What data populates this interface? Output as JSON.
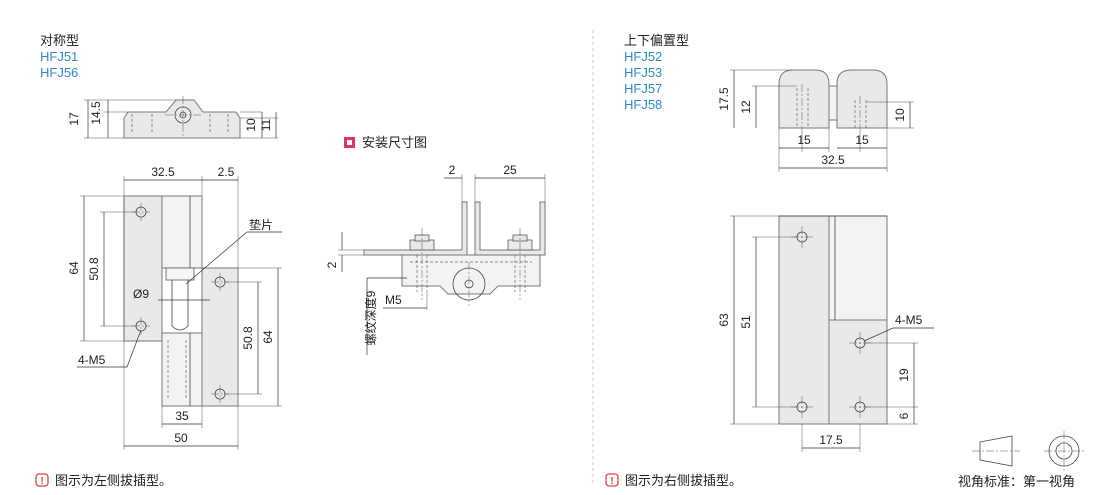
{
  "left": {
    "type_name": "对称型",
    "models": [
      "HFJ51",
      "HFJ56"
    ],
    "dims": {
      "h17": "17",
      "h14_5": "14.5",
      "h10": "10",
      "h11": "11",
      "w32_5": "32.5",
      "w2_5": "2.5",
      "v64": "64",
      "v50_8": "50.8",
      "dia9": "Ø9",
      "holes": "4-M5",
      "shim": "垫片",
      "v50_8b": "50.8",
      "v64b": "64",
      "w35": "35",
      "w50": "50"
    },
    "note": "图示为左侧拔插型。"
  },
  "middle": {
    "title": "安装尺寸图",
    "dims": {
      "w2": "2",
      "w25": "25",
      "v2": "2",
      "m5": "M5",
      "thread_depth": "螺纹深度9"
    }
  },
  "right": {
    "type_name": "上下偏置型",
    "models": [
      "HFJ52",
      "HFJ53",
      "HFJ57",
      "HFJ58"
    ],
    "dims": {
      "v17_5": "17.5",
      "v12": "12",
      "v10": "10",
      "w15a": "15",
      "w15b": "15",
      "w32_5": "32.5",
      "v63": "63",
      "v51": "51",
      "holes": "4-M5",
      "v19": "19",
      "v6": "6",
      "w17_5": "17.5"
    },
    "note": "图示为右侧拔插型。"
  },
  "projection": {
    "label": "视角标准：第一视角"
  },
  "colors": {
    "accent": "#2a8fc6",
    "section_mark": "#e2316e",
    "note_icon": "#e04040"
  }
}
